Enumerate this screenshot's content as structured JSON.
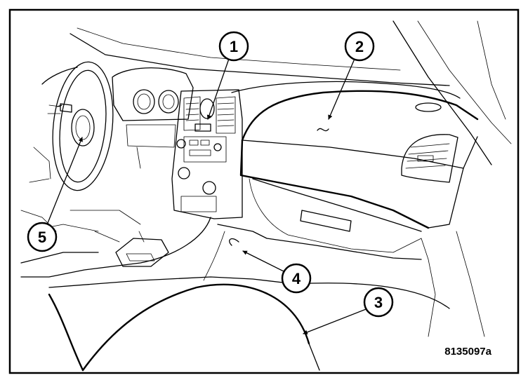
{
  "figure": {
    "id_label": "8135097a"
  },
  "callouts": [
    {
      "number": "1"
    },
    {
      "number": "2"
    },
    {
      "number": "3"
    },
    {
      "number": "4"
    },
    {
      "number": "5"
    }
  ]
}
